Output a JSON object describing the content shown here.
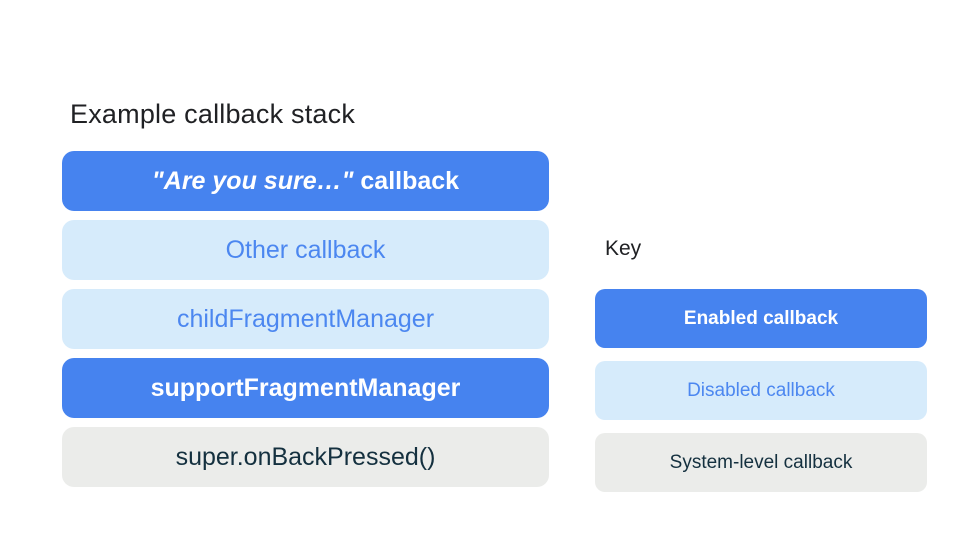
{
  "title": "Example callback stack",
  "stack": {
    "items": [
      {
        "type": "enabled",
        "label_italic": "\"Are you sure…\"",
        "label_rest": " callback"
      },
      {
        "type": "disabled",
        "label": "Other callback"
      },
      {
        "type": "disabled",
        "label": "childFragmentManager"
      },
      {
        "type": "enabled",
        "label": "supportFragmentManager"
      },
      {
        "type": "system",
        "label": "super.onBackPressed()"
      }
    ]
  },
  "key": {
    "heading": "Key",
    "items": [
      {
        "type": "enabled",
        "label": "Enabled callback"
      },
      {
        "type": "disabled",
        "label": "Disabled callback"
      },
      {
        "type": "system",
        "label": "System-level callback"
      }
    ]
  },
  "colors": {
    "enabledBg": "#4683EF",
    "enabledText": "#FFFFFF",
    "disabledBg": "#D6EBFB",
    "disabledText": "#4C87F0",
    "systemBg": "#EBECEA",
    "systemText": "#14303F",
    "heading": "#202124",
    "background": "#FFFFFF"
  }
}
